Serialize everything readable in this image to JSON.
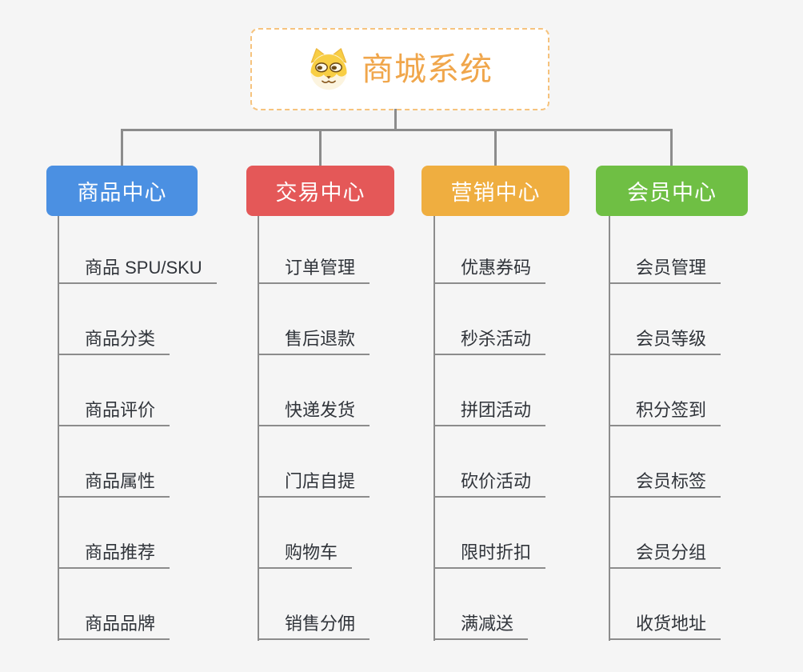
{
  "root": {
    "title": "商城系统",
    "icon": "dog-face-icon",
    "text_color": "#F0A64B",
    "border_color": "#F6C37E"
  },
  "colors": {
    "background": "#F5F5F5",
    "connector": "#8C8C8C",
    "item_text": "#30343A"
  },
  "branches": [
    {
      "title": "商品中心",
      "color": "#4B90E2",
      "items": [
        "商品 SPU/SKU",
        "商品分类",
        "商品评价",
        "商品属性",
        "商品推荐",
        "商品品牌"
      ]
    },
    {
      "title": "交易中心",
      "color": "#E45858",
      "items": [
        "订单管理",
        "售后退款",
        "快递发货",
        "门店自提",
        "购物车",
        "销售分佣"
      ]
    },
    {
      "title": "营销中心",
      "color": "#EFAE40",
      "items": [
        "优惠券码",
        "秒杀活动",
        "拼团活动",
        "砍价活动",
        "限时折扣",
        "满减送"
      ]
    },
    {
      "title": "会员中心",
      "color": "#6FBF44",
      "items": [
        "会员管理",
        "会员等级",
        "积分签到",
        "会员标签",
        "会员分组",
        "收货地址"
      ]
    }
  ]
}
